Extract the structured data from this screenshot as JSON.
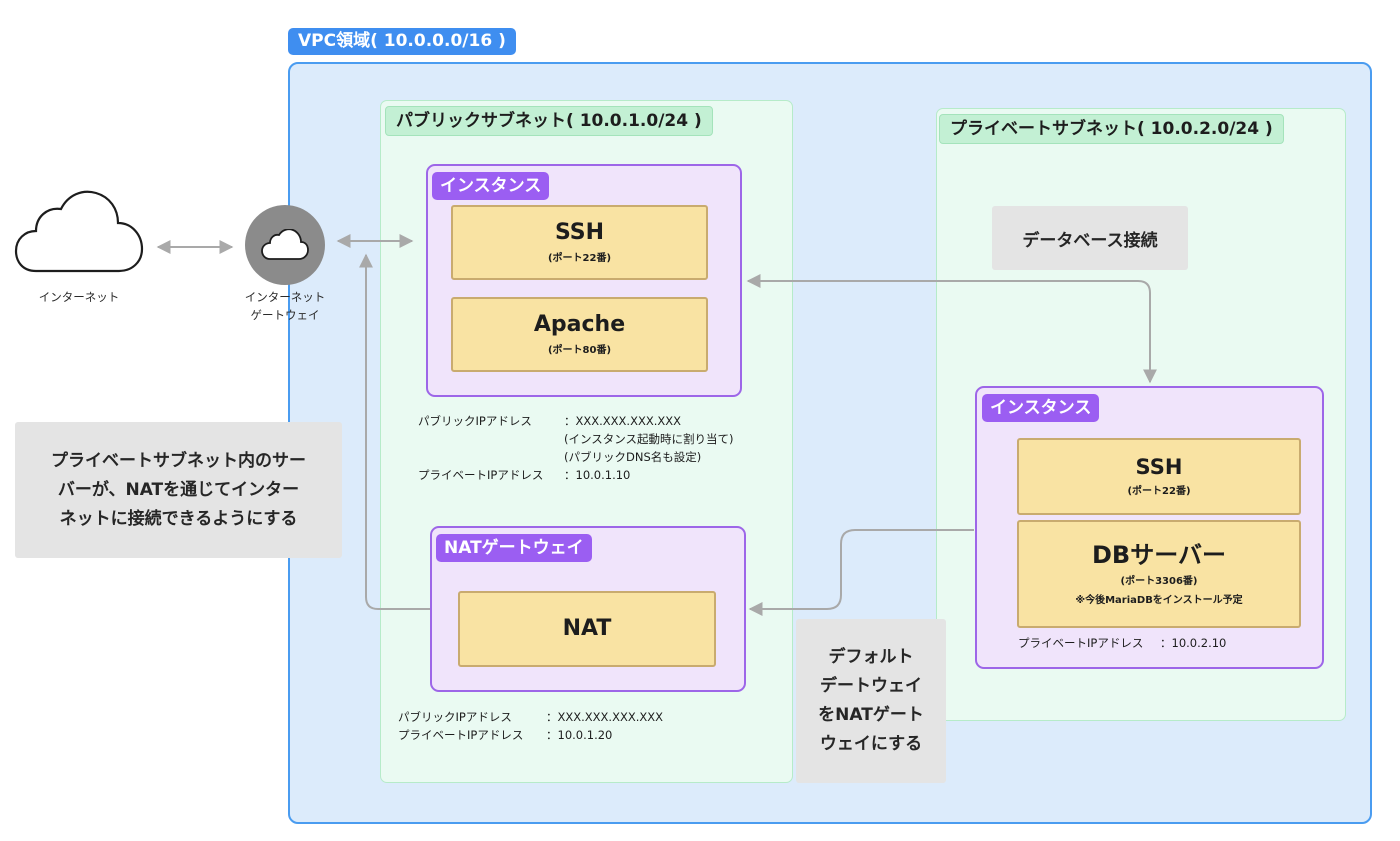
{
  "vpc": {
    "label": "VPC領域( 10.0.0.0/16 )"
  },
  "internet": {
    "caption": "インターネット"
  },
  "gateway": {
    "caption_line1": "インターネット",
    "caption_line2": "ゲートウェイ"
  },
  "public_subnet": {
    "label": "パブリックサブネット( 10.0.1.0/24 )",
    "instance": {
      "label": "インスタンス",
      "ssh": {
        "name": "SSH",
        "port": "(ポート22番)"
      },
      "apache": {
        "name": "Apache",
        "port": "(ポート80番)"
      },
      "info": {
        "public_ip_key": "パブリックIPアドレス",
        "public_ip_value": "：XXX.XXX.XXX.XXX",
        "public_ip_note1": "(インスタンス起動時に割り当て)",
        "public_ip_note2": "(パブリックDNS名も設定)",
        "private_ip_key": "プライベートIPアドレス",
        "private_ip_value": "：10.0.1.10"
      }
    },
    "nat_gateway": {
      "label": "NATゲートウェイ",
      "nat": "NAT",
      "info": {
        "public_ip_key": "パブリックIPアドレス",
        "public_ip_value": "：XXX.XXX.XXX.XXX",
        "private_ip_key": "プライベートIPアドレス",
        "private_ip_value": "：10.0.1.20"
      }
    }
  },
  "private_subnet": {
    "label": "プライベートサブネット( 10.0.2.0/24 )",
    "db_connection_note": "データベース接続",
    "instance": {
      "label": "インスタンス",
      "ssh": {
        "name": "SSH",
        "port": "(ポート22番)"
      },
      "db": {
        "name": "DBサーバー",
        "port": "(ポート3306番)",
        "note": "※今後MariaDBをインストール予定"
      },
      "info": {
        "private_ip_key": "プライベートIPアドレス",
        "private_ip_value": "：10.0.2.10"
      }
    }
  },
  "notes": {
    "nat_purpose_line1": "プライベートサブネット内のサー",
    "nat_purpose_line2": "バーが、NATを通じてインター",
    "nat_purpose_line3": "ネットに接続できるようにする",
    "default_gw_line1": "デフォルト",
    "default_gw_line2": "デートウェイ",
    "default_gw_line3": "をNATゲート",
    "default_gw_line4": "ウェイにする"
  },
  "colors": {
    "vpc_fill": "#dcebfb",
    "vpc_border": "#4a9cf0",
    "subnet_fill": "#eafaf2",
    "instance_border": "#9d66e8",
    "port_fill": "#f9e3a3",
    "arrow": "#a9a9a9"
  }
}
